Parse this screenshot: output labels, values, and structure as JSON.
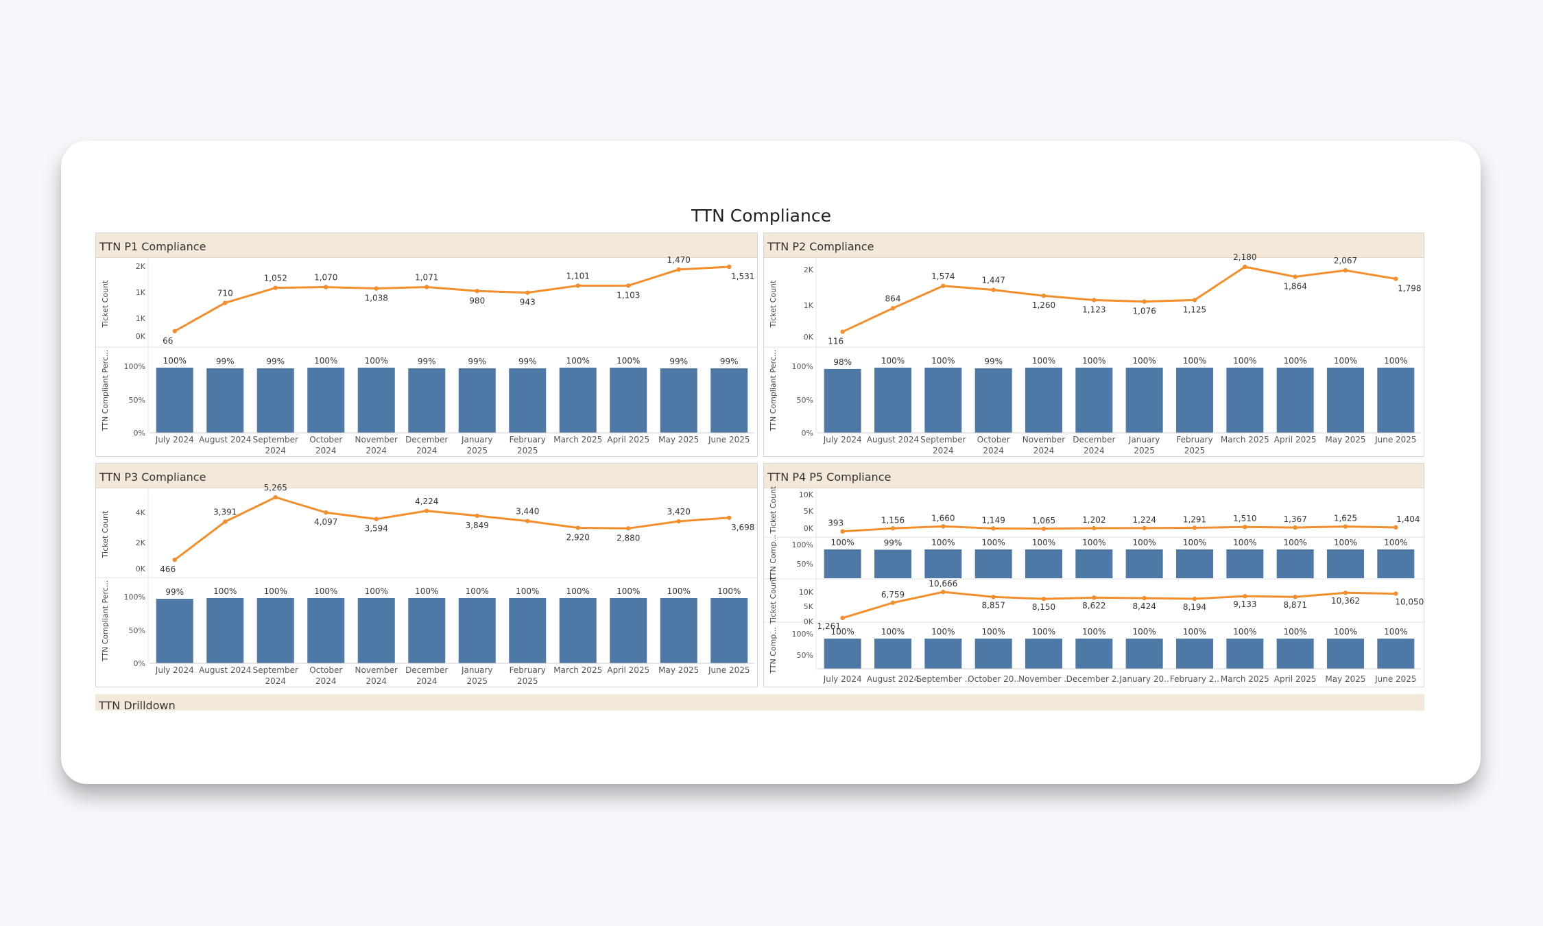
{
  "dashboard": {
    "title": "TTN Compliance",
    "drilldown_title": "TTN Drilldown"
  },
  "colors": {
    "bar": "#4e79a7",
    "line": "#f28e2b",
    "header_bg": "#f4e8d8"
  },
  "chart_data": [
    {
      "id": "p1",
      "title": "TTN P1 Compliance",
      "type": "line+bar",
      "categories": [
        "July 2024",
        "August 2024",
        "September 2024",
        "October 2024",
        "November 2024",
        "December 2024",
        "January 2025",
        "February 2025",
        "March 2025",
        "April 2025",
        "May 2025",
        "June 2025"
      ],
      "category_labels": [
        [
          "July 2024"
        ],
        [
          "August 2024"
        ],
        [
          "September",
          "2024"
        ],
        [
          "October",
          "2024"
        ],
        [
          "November",
          "2024"
        ],
        [
          "December",
          "2024"
        ],
        [
          "January",
          "2025"
        ],
        [
          "February",
          "2025"
        ],
        [
          "March 2025"
        ],
        [
          "April 2025"
        ],
        [
          "May 2025"
        ],
        [
          "June 2025"
        ]
      ],
      "count": {
        "label": "Ticket Count",
        "values": [
          66,
          710,
          1052,
          1070,
          1038,
          1071,
          980,
          943,
          1101,
          1103,
          1470,
          1531
        ],
        "labels": [
          "66",
          "710",
          "1,052",
          "1,070",
          "1,038",
          "1,071",
          "980",
          "943",
          "1,101",
          "1,103",
          "1,470",
          "1,531"
        ],
        "ticks": [
          "2K",
          "1K",
          "1K",
          "0K"
        ],
        "ylim": [
          0,
          1531
        ]
      },
      "pct": {
        "label": "TTN Compliant Perc...",
        "values": [
          100,
          99,
          99,
          100,
          100,
          99,
          99,
          99,
          100,
          100,
          99,
          99
        ],
        "labels": [
          "100%",
          "99%",
          "99%",
          "100%",
          "100%",
          "99%",
          "99%",
          "99%",
          "100%",
          "100%",
          "99%",
          "99%"
        ],
        "ticks": [
          "100%",
          "50%",
          "0%"
        ]
      }
    },
    {
      "id": "p2",
      "title": "TTN P2 Compliance",
      "type": "line+bar",
      "categories": [
        "July 2024",
        "August 2024",
        "September 2024",
        "October 2024",
        "November 2024",
        "December 2024",
        "January 2025",
        "February 2025",
        "March 2025",
        "April 2025",
        "May 2025",
        "June 2025"
      ],
      "category_labels": [
        [
          "July 2024"
        ],
        [
          "August 2024"
        ],
        [
          "September",
          "2024"
        ],
        [
          "October",
          "2024"
        ],
        [
          "November",
          "2024"
        ],
        [
          "December",
          "2024"
        ],
        [
          "January",
          "2025"
        ],
        [
          "February",
          "2025"
        ],
        [
          "March 2025"
        ],
        [
          "April 2025"
        ],
        [
          "May 2025"
        ],
        [
          "June 2025"
        ]
      ],
      "count": {
        "label": "Ticket Count",
        "values": [
          116,
          864,
          1574,
          1447,
          1260,
          1123,
          1076,
          1125,
          2180,
          1864,
          2067,
          1798
        ],
        "labels": [
          "116",
          "864",
          "1,574",
          "1,447",
          "1,260",
          "1,123",
          "1,076",
          "1,125",
          "2,180",
          "1,864",
          "2,067",
          "1,798"
        ],
        "ticks": [
          "2K",
          "1K",
          "0K"
        ],
        "ylim": [
          0,
          2180
        ]
      },
      "pct": {
        "label": "TTN Compliant Perc...",
        "values": [
          98,
          100,
          100,
          99,
          100,
          100,
          100,
          100,
          100,
          100,
          100,
          100
        ],
        "labels": [
          "98%",
          "100%",
          "100%",
          "99%",
          "100%",
          "100%",
          "100%",
          "100%",
          "100%",
          "100%",
          "100%",
          "100%"
        ],
        "ticks": [
          "100%",
          "50%",
          "0%"
        ]
      }
    },
    {
      "id": "p3",
      "title": "TTN P3 Compliance",
      "type": "line+bar",
      "categories": [
        "July 2024",
        "August 2024",
        "September 2024",
        "October 2024",
        "November 2024",
        "December 2024",
        "January 2025",
        "February 2025",
        "March 2025",
        "April 2025",
        "May 2025",
        "June 2025"
      ],
      "category_labels": [
        [
          "July 2024"
        ],
        [
          "August 2024"
        ],
        [
          "September",
          "2024"
        ],
        [
          "October",
          "2024"
        ],
        [
          "November",
          "2024"
        ],
        [
          "December",
          "2024"
        ],
        [
          "January",
          "2025"
        ],
        [
          "February",
          "2025"
        ],
        [
          "March 2025"
        ],
        [
          "April 2025"
        ],
        [
          "May 2025"
        ],
        [
          "June 2025"
        ]
      ],
      "count": {
        "label": "Ticket Count",
        "values": [
          466,
          3391,
          5265,
          4097,
          3594,
          4224,
          3849,
          3440,
          2920,
          2880,
          3420,
          3698
        ],
        "labels": [
          "466",
          "3,391",
          "5,265",
          "4,097",
          "3,594",
          "4,224",
          "3,849",
          "3,440",
          "2,920",
          "2,880",
          "3,420",
          "3,698"
        ],
        "ticks": [
          "4K",
          "2K",
          "0K"
        ],
        "ylim": [
          0,
          5265
        ]
      },
      "pct": {
        "label": "TTN Compliant Perc...",
        "values": [
          99,
          100,
          100,
          100,
          100,
          100,
          100,
          100,
          100,
          100,
          100,
          100
        ],
        "labels": [
          "99%",
          "100%",
          "100%",
          "100%",
          "100%",
          "100%",
          "100%",
          "100%",
          "100%",
          "100%",
          "100%",
          "100%"
        ],
        "ticks": [
          "100%",
          "50%",
          "0%"
        ]
      }
    },
    {
      "id": "p4p5",
      "title": "TTN P4 P5 Compliance",
      "type": "line+bar",
      "categories": [
        "July 2024",
        "August 2024",
        "September ..",
        "October 20..",
        "November ..",
        "December 2..",
        "January 20..",
        "February 2..",
        "March 2025",
        "April 2025",
        "May 2025",
        "June 2025"
      ],
      "category_labels": [
        [
          "July 2024"
        ],
        [
          "August 2024"
        ],
        [
          "September .."
        ],
        [
          "October 20.."
        ],
        [
          "November .."
        ],
        [
          "December 2.."
        ],
        [
          "January 20.."
        ],
        [
          "February 2.."
        ],
        [
          "March 2025"
        ],
        [
          "April 2025"
        ],
        [
          "May 2025"
        ],
        [
          "June 2025"
        ]
      ],
      "p4_count": {
        "label": "Ticket Count",
        "values": [
          393,
          1156,
          1660,
          1149,
          1065,
          1202,
          1224,
          1291,
          1510,
          1367,
          1625,
          1404
        ],
        "labels": [
          "393",
          "1,156",
          "1,660",
          "1,149",
          "1,065",
          "1,202",
          "1,224",
          "1,291",
          "1,510",
          "1,367",
          "1,625",
          "1,404"
        ],
        "ticks": [
          "10K",
          "5K",
          "0K"
        ],
        "ylim": [
          0,
          10000
        ]
      },
      "p4_pct": {
        "label": "TTN Comp...",
        "values": [
          100,
          99,
          100,
          100,
          100,
          100,
          100,
          100,
          100,
          100,
          100,
          100
        ],
        "labels": [
          "100%",
          "99%",
          "100%",
          "100%",
          "100%",
          "100%",
          "100%",
          "100%",
          "100%",
          "100%",
          "100%",
          "100%"
        ],
        "ticks": [
          "100%",
          "50%"
        ]
      },
      "p5_count": {
        "label": "Ticket Count",
        "values": [
          1261,
          6759,
          10666,
          8857,
          8150,
          8622,
          8424,
          8194,
          9133,
          8871,
          10362,
          10050
        ],
        "labels": [
          "1,261",
          "6,759",
          "10,666",
          "8,857",
          "8,150",
          "8,622",
          "8,424",
          "8,194",
          "9,133",
          "8,871",
          "10,362",
          "10,050"
        ],
        "ticks": [
          "10K",
          "5K",
          "0K"
        ],
        "ylim": [
          0,
          10666
        ]
      },
      "p5_pct": {
        "label": "TTN Comp...",
        "values": [
          100,
          100,
          100,
          100,
          100,
          100,
          100,
          100,
          100,
          100,
          100,
          100
        ],
        "labels": [
          "100%",
          "100%",
          "100%",
          "100%",
          "100%",
          "100%",
          "100%",
          "100%",
          "100%",
          "100%",
          "100%",
          "100%"
        ],
        "ticks": [
          "100%",
          "50%"
        ]
      }
    }
  ]
}
